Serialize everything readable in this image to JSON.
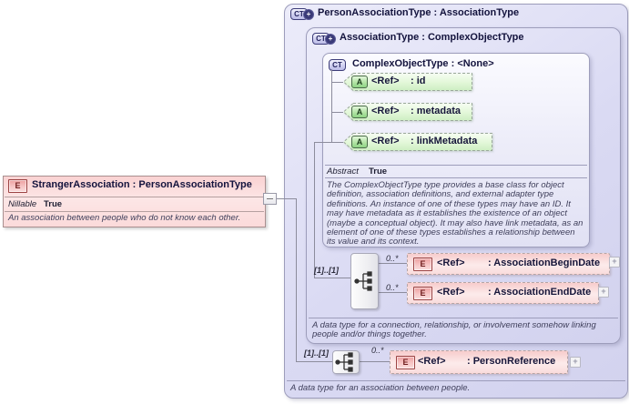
{
  "ui": {
    "collapse": "−",
    "expand": "+"
  },
  "colors": {
    "type_box_fill": "#dcdcf4",
    "element_pink": "#f6caca",
    "attribute_green": "#d2f0c8",
    "border_gray": "#9d9dbb",
    "title_text": "#13133d"
  },
  "left_element": {
    "icon": "E",
    "title": "StrangerAssociation : PersonAssociationType",
    "nillable_label": "Nillable",
    "nillable_value": "True",
    "annotation": "An association between people who do not know each other."
  },
  "outer": {
    "icon": "CT",
    "title": "PersonAssociationType : AssociationType",
    "annotation": "A data type for an association between people."
  },
  "assoc": {
    "icon": "CT",
    "title": "AssociationType : ComplexObjectType",
    "annotation": "A data type for a connection, relationship, or involvement somehow linking people and/or things together."
  },
  "cot": {
    "icon": "CT",
    "title": "ComplexObjectType : <None>",
    "attributes": [
      {
        "icon": "A",
        "ref": "<Ref>",
        "name": ": id"
      },
      {
        "icon": "A",
        "ref": "<Ref>",
        "name": ": metadata"
      },
      {
        "icon": "A",
        "ref": "<Ref>",
        "name": ": linkMetadata"
      }
    ],
    "abstract_label": "Abstract",
    "abstract_value": "True",
    "annotation": "The ComplexObjectType type provides a base class for object definition, association definitions, and external adapter type definitions. An instance of one of these types may have an ID. It may have metadata as it establishes the existence of an object (maybe a conceptual object). It may also have link metadata, as an element of one of these types establishes a relationship between its value and its context."
  },
  "seq1": {
    "multiplicity": "[1]..[1]",
    "items": [
      {
        "occurs": "0..*",
        "icon": "E",
        "ref": "<Ref>",
        "name": ": AssociationBeginDate"
      },
      {
        "occurs": "0..*",
        "icon": "E",
        "ref": "<Ref>",
        "name": ": AssociationEndDate"
      }
    ]
  },
  "seq2": {
    "multiplicity": "[1]..[1]",
    "occurs": "0..*",
    "item": {
      "icon": "E",
      "ref": "<Ref>",
      "name": ": PersonReference"
    }
  }
}
